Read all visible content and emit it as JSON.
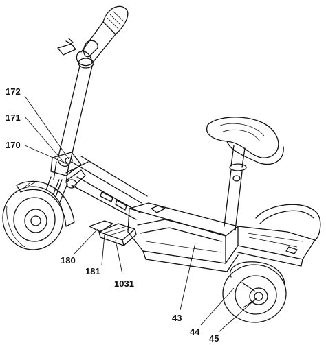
{
  "labels": {
    "l172": "172",
    "l171": "171",
    "l170": "170",
    "l180": "180",
    "l181": "181",
    "l1031": "1031",
    "l43": "43",
    "l44": "44",
    "l45": "45"
  }
}
